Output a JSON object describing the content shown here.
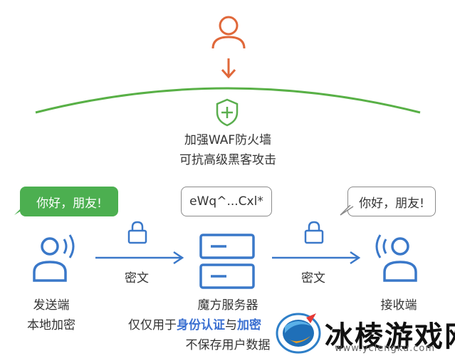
{
  "waf": {
    "line1": "加强WAF防火墙",
    "line2": "可抗高级黑客攻击"
  },
  "sender": {
    "bubble": "你好，朋友!",
    "label1": "发送端",
    "label2": "本地加密"
  },
  "server": {
    "bubble": "eWq^...Cxl*",
    "label1": "魔方服务器",
    "line2_prefix": "仅仅用于",
    "line2_highlight1": "身份认证",
    "line2_mid": "与",
    "line2_highlight2": "加密",
    "label3": "不保存用户数据"
  },
  "receiver": {
    "bubble": "你好，朋友!",
    "label": "接收端"
  },
  "arrows": {
    "left_label": "密文",
    "right_label": "密文"
  },
  "watermark": {
    "title": "冰棱游戏网",
    "url": "www.yclengku.com"
  },
  "colors": {
    "hacker": "#e0683a",
    "shield": "#5aae4e",
    "arc": "#58b046",
    "device": "#3a78c9",
    "arrow": "#3a78c9",
    "green_bubble": "#4caf50",
    "highlight": "#3a6fd1"
  }
}
